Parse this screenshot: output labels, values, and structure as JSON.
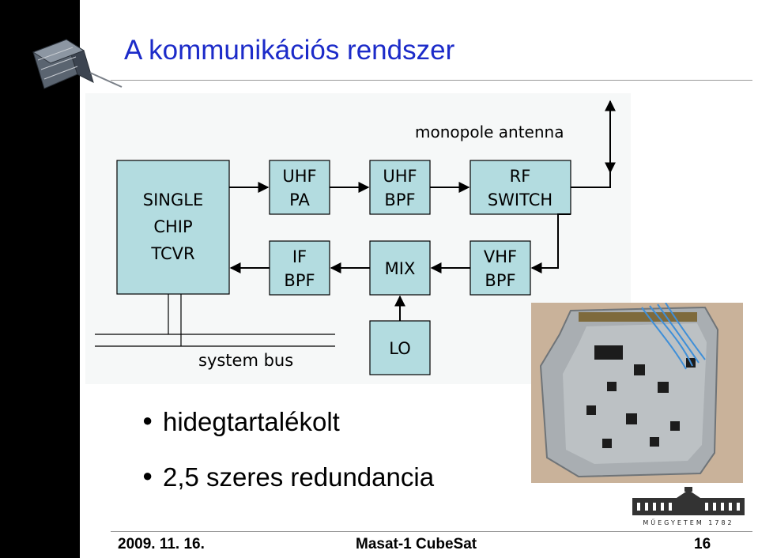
{
  "slide": {
    "title": "A kommunikációs rendszer",
    "bullets": [
      "hidegtartalékolt",
      "2,5 szeres redundancia"
    ],
    "footer": {
      "date": "2009. 11. 16.",
      "center": "Masat-1 CubeSat",
      "page": "16"
    }
  },
  "diagram": {
    "antenna_label": "monopole antenna",
    "system_bus_label": "system bus",
    "blocks": {
      "tcvr": [
        "SINGLE",
        "CHIP",
        "TCVR"
      ],
      "uhf_pa": [
        "UHF",
        "PA"
      ],
      "uhf_bpf": [
        "UHF",
        "BPF"
      ],
      "rf_switch": [
        "RF",
        "SWITCH"
      ],
      "if_bpf": [
        "IF",
        "BPF"
      ],
      "mix": [
        "MIX"
      ],
      "vhf_bpf": [
        "VHF",
        "BPF"
      ],
      "lo": [
        "LO"
      ]
    },
    "block_fill": "#b3dce0"
  },
  "logo": {
    "text": "MŰEGYETEM 1782"
  }
}
